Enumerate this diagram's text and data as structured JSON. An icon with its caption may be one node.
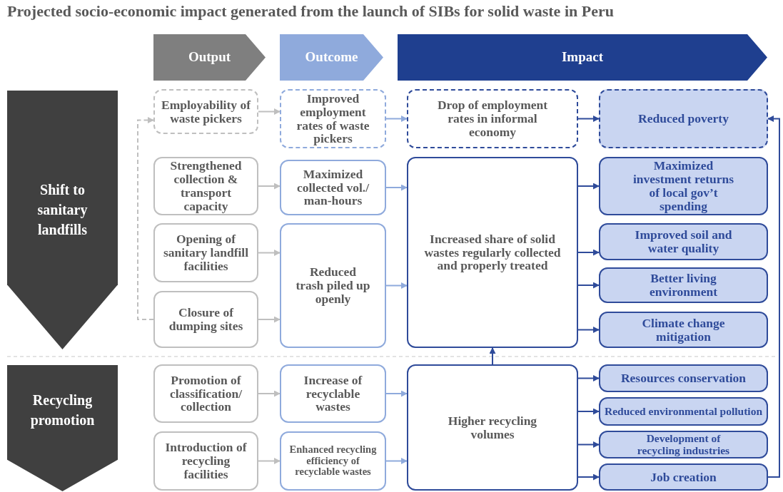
{
  "diagram": {
    "title": "Projected socio-economic impact generated from the launch of SIBs for solid waste in Peru",
    "nodes": [
      {
        "text": [
          "Output"
        ]
      },
      {
        "text": [
          "Outcome"
        ]
      },
      {
        "text": [
          "Impact"
        ]
      },
      {
        "text": [
          "Shift to sanitary landfills"
        ]
      },
      {
        "text": [
          "Recycling promotion"
        ]
      },
      {
        "text": [
          "Employability of waste pickers"
        ]
      },
      {
        "text": [
          "Improved employment rates of waste pickers"
        ]
      },
      {
        "text": [
          "Drop of employment rates in informal economy"
        ]
      },
      {
        "text": [
          "Reduced poverty"
        ]
      },
      {
        "text": [
          "Strengthened collection & transport capacity"
        ]
      },
      {
        "text": [
          "Maximized collected vol./ man-hours"
        ]
      },
      {
        "text": [
          "Increased share of solid wastes regularly collected and properly treated"
        ]
      },
      {
        "text": [
          "Maximized investment returns of local gov’t spending"
        ]
      },
      {
        "text": [
          "Opening of sanitary landfill facilities"
        ]
      },
      {
        "text": [
          "Reduced trash piled up openly"
        ]
      },
      {
        "text": [
          "Improved soil and water quality"
        ]
      },
      {
        "text": [
          "Better living environment"
        ]
      },
      {
        "text": [
          "Closure of dumping sites"
        ]
      },
      {
        "text": [
          "Climate change mitigation"
        ]
      },
      {
        "text": [
          "Promotion of classification/ collection"
        ]
      },
      {
        "text": [
          "Increase of recyclable wastes"
        ]
      },
      {
        "text": [
          "Higher recycling volumes"
        ]
      },
      {
        "text": [
          "Resources conservation"
        ]
      },
      {
        "text": [
          "Reduced environmental pollution"
        ]
      },
      {
        "text": [
          "Introduction of recycling facilities"
        ]
      },
      {
        "text": [
          "Enhanced recycling efficiency of recyclable wastes"
        ]
      },
      {
        "text": [
          "Development of recycling industries"
        ]
      },
      {
        "text": [
          "Job creation"
        ]
      }
    ],
    "edges": [
      {
        "from": 5,
        "to": 6,
        "arrow": "to",
        "color": "#bfbfbf"
      },
      {
        "from": 6,
        "to": 7,
        "arrow": "to",
        "color": "#8faadc"
      },
      {
        "from": 7,
        "to": 8,
        "arrow": "to"
      },
      {
        "from": 9,
        "to": 10,
        "arrow": "to",
        "color": "#bfbfbf"
      },
      {
        "from": 10,
        "to": 11,
        "arrow": "to",
        "color": "#8faadc"
      },
      {
        "from": 13,
        "to": 14,
        "arrow": "to",
        "color": "#bfbfbf"
      },
      {
        "from": 17,
        "to": 14,
        "arrow": "to",
        "color": "#bfbfbf"
      },
      {
        "from": 17,
        "to": 5,
        "arrow": "to",
        "style": "dashed",
        "color": "#bfbfbf"
      },
      {
        "from": 14,
        "to": 11,
        "arrow": "to",
        "color": "#8faadc"
      },
      {
        "from": 11,
        "to": 12,
        "arrow": "to"
      },
      {
        "from": 11,
        "to": 15,
        "arrow": "to"
      },
      {
        "from": 11,
        "to": 16,
        "arrow": "to"
      },
      {
        "from": 11,
        "to": 18,
        "arrow": "to"
      },
      {
        "from": 19,
        "to": 20,
        "arrow": "to",
        "color": "#bfbfbf"
      },
      {
        "from": 24,
        "to": 25,
        "arrow": "to",
        "color": "#bfbfbf"
      },
      {
        "from": 20,
        "to": 21,
        "arrow": "to",
        "color": "#8faadc"
      },
      {
        "from": 25,
        "to": 21,
        "arrow": "to",
        "color": "#8faadc"
      },
      {
        "from": 21,
        "to": 11,
        "arrow": "to"
      },
      {
        "from": 21,
        "to": 22,
        "arrow": "to"
      },
      {
        "from": 21,
        "to": 23,
        "arrow": "to"
      },
      {
        "from": 21,
        "to": 26,
        "arrow": "to"
      },
      {
        "from": 21,
        "to": 27,
        "arrow": "to"
      },
      {
        "from": 27,
        "to": 8,
        "arrow": "to"
      }
    ]
  }
}
